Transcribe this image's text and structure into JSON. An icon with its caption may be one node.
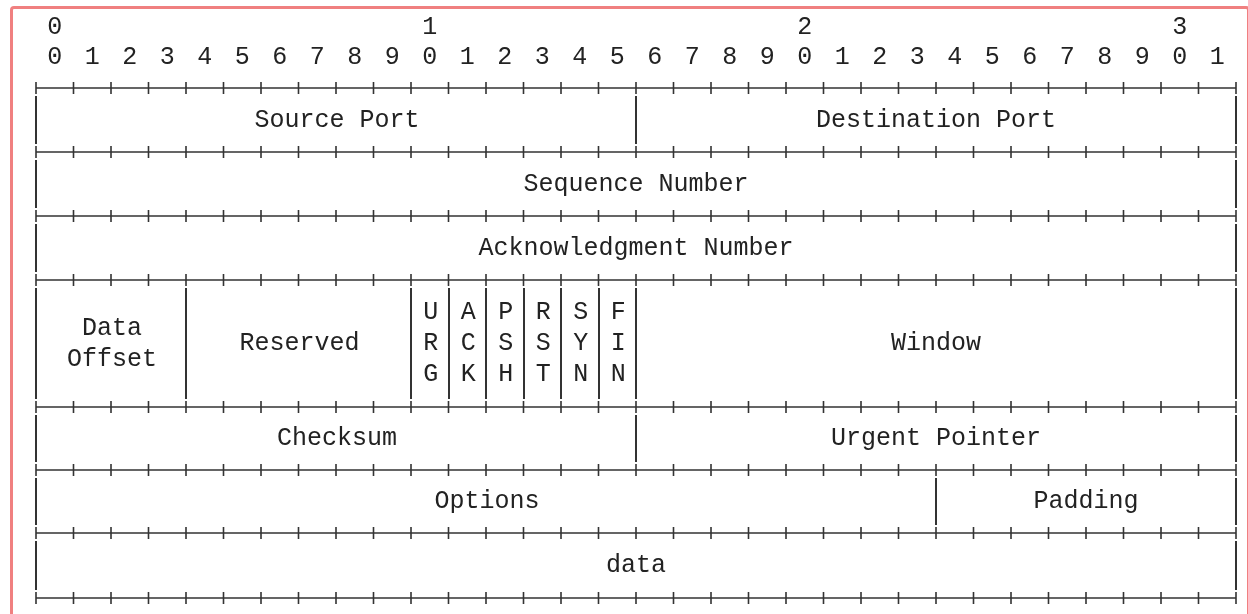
{
  "diagram": {
    "nodes": [
      {
        "text": [
          "Source Port"
        ]
      },
      {
        "text": [
          "Destination Port"
        ]
      },
      {
        "text": [
          "Sequence Number"
        ]
      },
      {
        "text": [
          "Acknowledgment Number"
        ]
      },
      {
        "text": [
          "Data Offset"
        ]
      },
      {
        "text": [
          "Reserved"
        ]
      },
      {
        "text": [
          "U R G"
        ]
      },
      {
        "text": [
          "A C K"
        ]
      },
      {
        "text": [
          "P S H"
        ]
      },
      {
        "text": [
          "R S T"
        ]
      },
      {
        "text": [
          "S Y N"
        ]
      },
      {
        "text": [
          "F I N"
        ]
      },
      {
        "text": [
          "Window"
        ]
      },
      {
        "text": [
          "Checksum"
        ]
      },
      {
        "text": [
          "Urgent Pointer"
        ]
      },
      {
        "text": [
          "Options"
        ]
      },
      {
        "text": [
          "Padding"
        ]
      },
      {
        "text": [
          "data"
        ]
      }
    ],
    "edges": [],
    "labels": [
      "0",
      "1",
      "2",
      "3",
      "0",
      "1",
      "2",
      "3",
      "4",
      "5",
      "6",
      "7",
      "8",
      "9",
      "0",
      "1",
      "2",
      "3",
      "4",
      "5",
      "6",
      "7",
      "8",
      "9",
      "0",
      "1",
      "2",
      "3",
      "4",
      "5",
      "6",
      "7",
      "8",
      "9",
      "0",
      "1"
    ]
  }
}
